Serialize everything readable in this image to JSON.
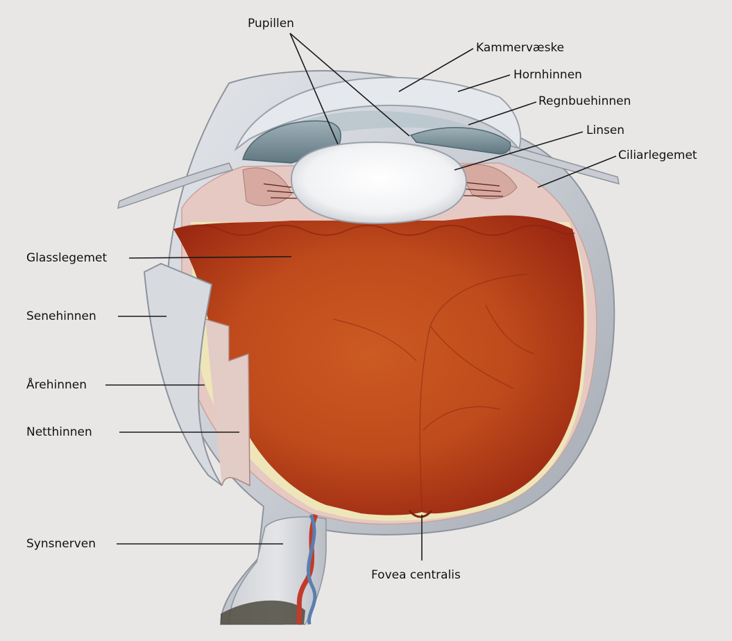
{
  "labels": {
    "pupillen": "Pupillen",
    "kammervaeske": "Kammervæske",
    "hornhinnen": "Hornhinnen",
    "regnbuehinnen": "Regnbuehinnen",
    "linsen": "Linsen",
    "ciliarlegemet": "Ciliarlegemet",
    "glasslegemet": "Glasslegemet",
    "senehinnen": "Senehinnen",
    "arehinnen": "Årehinnen",
    "netthinnen": "Netthinnen",
    "synsnerven": "Synsnerven",
    "fovea": "Fovea centralis"
  },
  "colors": {
    "background": "#e9e7e6",
    "sclera": "#c9ccd2",
    "vitreous_inner": "#c8521c",
    "vitreous_outer": "#a32c14",
    "lens": "#f2f3f5",
    "iris": "#7f949c",
    "choroid": "#e7cbc6",
    "retina": "#eee6b8"
  }
}
